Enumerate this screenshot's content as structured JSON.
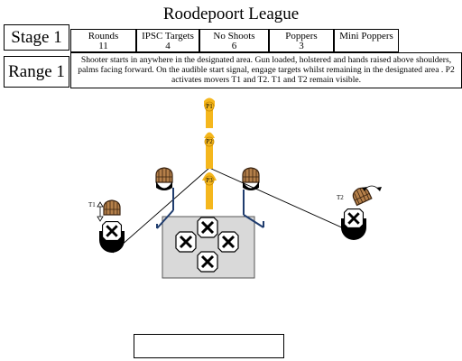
{
  "league_title": "Roodepoort League",
  "stage_label": "Stage 1",
  "range_label": "Range 1",
  "stats": [
    {
      "label": "Rounds",
      "value": "11"
    },
    {
      "label": "IPSC Targets",
      "value": "4"
    },
    {
      "label": "No Shoots",
      "value": "6"
    },
    {
      "label": "Poppers",
      "value": "3"
    },
    {
      "label": "Mini Poppers",
      "value": ""
    }
  ],
  "description": "Shooter starts in anywhere in  the designated area. Gun loaded, holstered and hands raised above shoulders, palms facing forward. On the audible start signal, engage targets whilst remaining in the designated area . P2 activates movers T1  and  T2. T1 and T2 remain visible.",
  "diagram": {
    "poppers": [
      "P1",
      "P2",
      "P3"
    ],
    "movers": [
      "T1",
      "T2"
    ],
    "colors": {
      "popper": "#f5b71d",
      "popper_outline": "#c98a00",
      "shooting_area": "#d9d9d9",
      "noshoot_head": "#b5804a",
      "stand": "#1f3c6e"
    }
  },
  "bottom_box_text": ""
}
